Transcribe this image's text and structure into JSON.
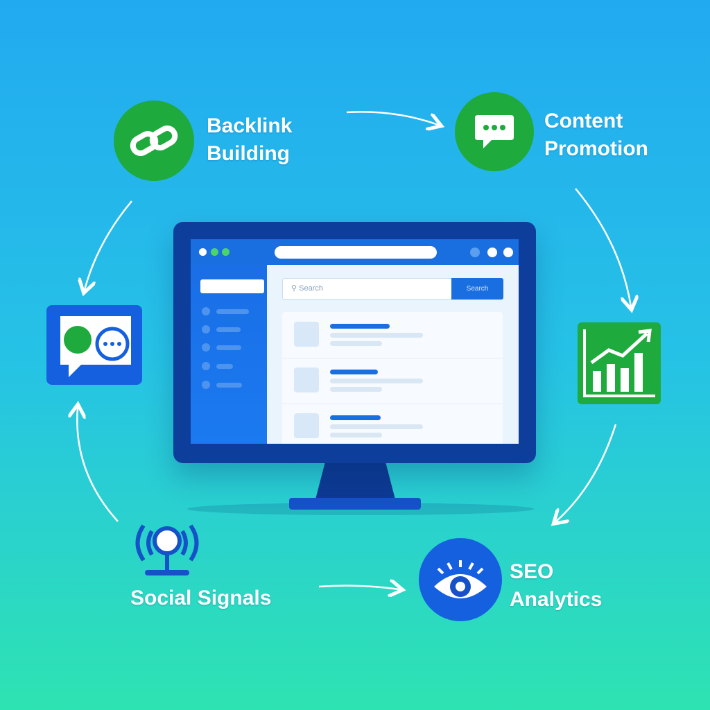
{
  "nodes": [
    {
      "id": "backlink",
      "lines": [
        "Backlink",
        "Building"
      ],
      "icon": "chain-link-icon"
    },
    {
      "id": "content",
      "lines": [
        "Content",
        "Promotion"
      ],
      "icon": "chat-bubble-icon"
    },
    {
      "id": "social",
      "lines": [
        "Social Signals"
      ],
      "icon": "podcast-mic-icon"
    },
    {
      "id": "seo",
      "lines": [
        "SEO",
        "Analytics"
      ],
      "icon": "eye-icon"
    }
  ],
  "monitor": {
    "search_placeholder": "Search",
    "search_button": "Search"
  },
  "colors": {
    "green": "#1eaa3c",
    "blue": "#1560df",
    "frame": "#0e3e9c"
  }
}
